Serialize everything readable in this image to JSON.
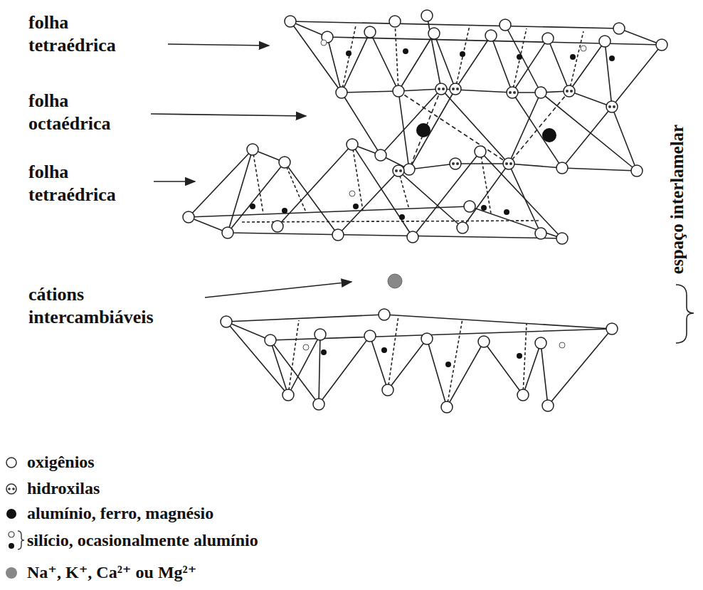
{
  "diagram": {
    "labels": [
      "folha tetraédrica",
      "folha octaédrica",
      "folha tetraédrica",
      "cátions intercambiáveis",
      "espaço interlamelar"
    ],
    "legend": [
      {
        "text": "oxigênios"
      },
      {
        "text": "hidroxilas"
      },
      {
        "text": "alumínio, ferro, magnésio"
      },
      {
        "text": "silício, ocasionalmente alumínio"
      },
      {
        "text": "Na⁺, K⁺, Ca²⁺ ou Mg²⁺"
      }
    ]
  }
}
